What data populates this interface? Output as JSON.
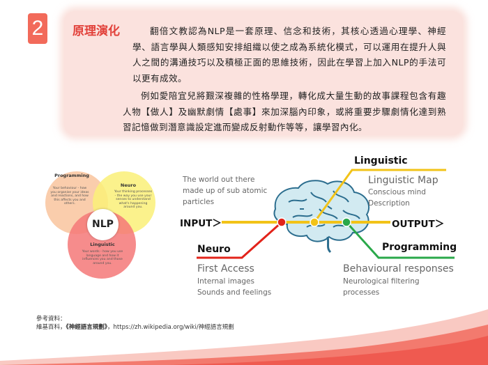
{
  "section_number": "2",
  "title": "原理演化",
  "paragraph_1": "翻倍文教認為NLP是一套原理、信念和技術，其核心透過心理學、神經學、語言學與人類感知安排組織以使之成為系統化模式，可以運用在提升人與人之間的溝通技巧以及積極正面的思維技術，因此在學習上加入NLP的手法可以更有成效。",
  "paragraph_2": "例如愛陪宜兒將艱深複雜的性格學理，轉化成大量生動的故事課程包含有趣人物【做人】及幽默劇情【處事】來加深腦內印象，或將重要步驟劇情化達到熟習記憶做到潛意識設定進而變成反射動作等等，讓學習內化。",
  "venn": {
    "center": "NLP",
    "programming": {
      "title": "Programming",
      "text": "Your behaviour - how you organise your ideas and reactions, and how this affects you and others."
    },
    "neuro": {
      "title": "Neuro",
      "text": "Your thinking processes - the way you use your senses to understand what's happening around you."
    },
    "linguistic": {
      "title": "Linguistic",
      "text": "Your words - how you use language and how it influences you and those around you."
    }
  },
  "diagram": {
    "world_text": [
      "The world out there",
      "made up of sub atomic",
      "particles"
    ],
    "input": "INPUT＞",
    "output": "OUTPUT＞",
    "linguistic": "Linguistic",
    "linguistic_map": "Linguistic Map",
    "linguistic_sub": [
      "Conscious mind",
      "Description"
    ],
    "neuro": "Neuro",
    "first_access": "First Access",
    "neuro_sub": [
      "Internal images",
      "Sounds and feelings"
    ],
    "programming": "Programming",
    "behavioural": "Behavioural responses",
    "programming_sub": [
      "Neurological filtering",
      "processes"
    ]
  },
  "reference": {
    "label": "參考資料：",
    "source_prefix": "維基百科，",
    "source_title": "《神經語言規劃》",
    "source_url": "，https://zh.wikipedia.org/wiki/神經語言規劃"
  },
  "colors": {
    "accent": "#e2413a",
    "badge": "#f26a5a",
    "card": "#fbe2de",
    "yellow": "#f2c318",
    "red": "#e2231a",
    "green": "#2aa84a"
  }
}
